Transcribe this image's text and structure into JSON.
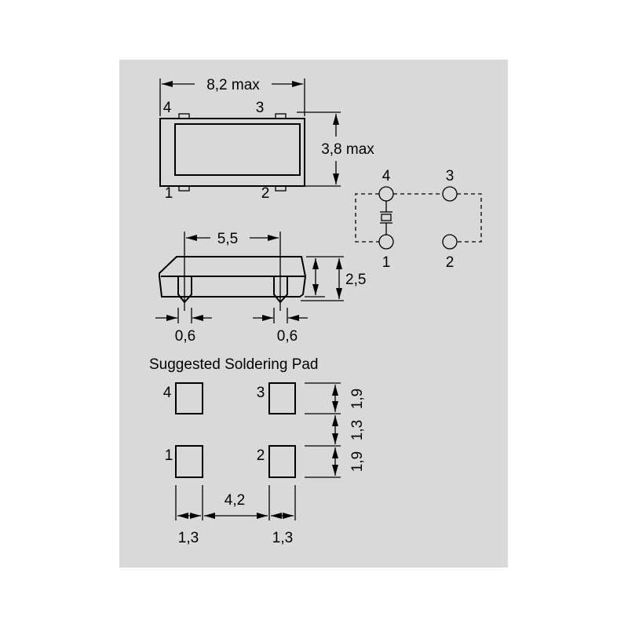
{
  "top_view": {
    "width_label": "8,2 max",
    "height_label": "3,8 max",
    "pins": [
      "4",
      "3",
      "1",
      "2"
    ]
  },
  "schematic": {
    "pins": [
      "4",
      "3",
      "1",
      "2"
    ]
  },
  "side_view": {
    "pitch_label": "5,5",
    "height_label": "2,5",
    "pin_width_left": "0,6",
    "pin_width_right": "0,6"
  },
  "pad": {
    "title": "Suggested Soldering Pad",
    "pins": [
      "4",
      "3",
      "1",
      "2"
    ],
    "vertical_dims": [
      "1,9",
      "1,3",
      "1,9"
    ],
    "gap_label": "4,2",
    "pad_width_left": "1,3",
    "pad_width_right": "1,3"
  },
  "colors": {
    "panel": "#d9d9d9",
    "ink": "#000000"
  }
}
